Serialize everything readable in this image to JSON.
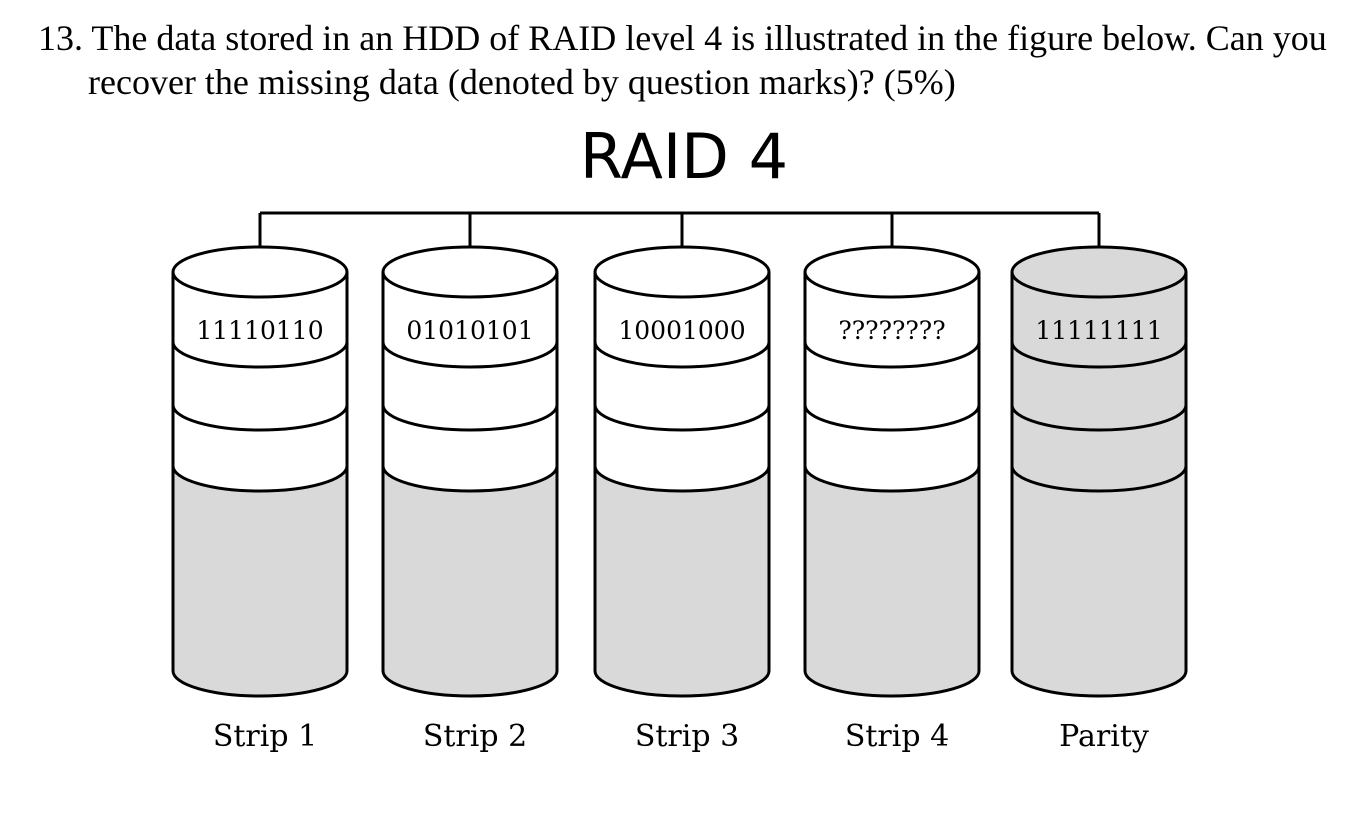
{
  "question": {
    "line1": "13. The data stored in an HDD of RAID level 4 is illustrated in the figure below. Can you",
    "line2": "recover the missing data (denoted by question marks)? (5%)"
  },
  "diagram": {
    "title": "RAID 4",
    "disks": [
      {
        "label": "Strip 1",
        "value": "11110110",
        "kind": "data"
      },
      {
        "label": "Strip 2",
        "value": "01010101",
        "kind": "data"
      },
      {
        "label": "Strip 3",
        "value": "10001000",
        "kind": "data"
      },
      {
        "label": "Strip 4",
        "value": "????????",
        "kind": "data"
      },
      {
        "label": "Parity",
        "value": "11111111",
        "kind": "parity"
      }
    ],
    "colors": {
      "empty": "#ffffff",
      "filled": "#d9d9d9",
      "stroke": "#000000"
    }
  }
}
